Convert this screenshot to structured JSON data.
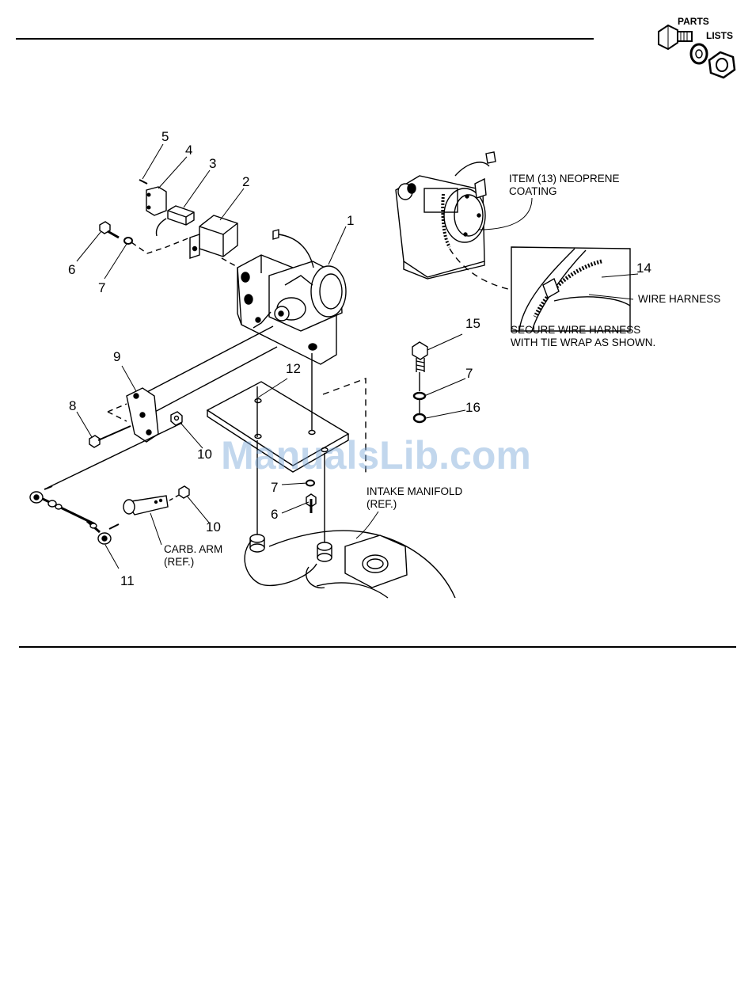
{
  "header": {
    "logo": {
      "word1": "PARTS",
      "word2": "LISTS",
      "icon": "bolt-washer-nut-icon"
    }
  },
  "diagram": {
    "part_numbers": [
      "1",
      "2",
      "3",
      "4",
      "5",
      "6",
      "7",
      "8",
      "9",
      "10",
      "11",
      "12",
      "14",
      "15",
      "16"
    ],
    "callouts": {
      "p1": "1",
      "p2": "2",
      "p3": "3",
      "p4": "4",
      "p5": "5",
      "p6a": "6",
      "p7a": "7",
      "p8": "8",
      "p9": "9",
      "p10a": "10",
      "p11": "11",
      "p12": "12",
      "p14": "14",
      "p15": "15",
      "p7b": "7",
      "p16": "16",
      "p7c": "7",
      "p6b": "6",
      "p10b": "10"
    },
    "notes": {
      "item13_line1": "ITEM (13) NEOPRENE",
      "item13_line2": "COATING",
      "wire_harness": "WIRE HARNESS",
      "secure_line1": "SECURE WIRE HARNESS",
      "secure_line2": "WITH TIE WRAP AS SHOWN.",
      "intake_line1": "INTAKE MANIFOLD",
      "intake_line2": "(REF.)",
      "carb_line1": "CARB. ARM",
      "carb_line2": "(REF.)"
    }
  },
  "watermark": "ManualsLib.com"
}
